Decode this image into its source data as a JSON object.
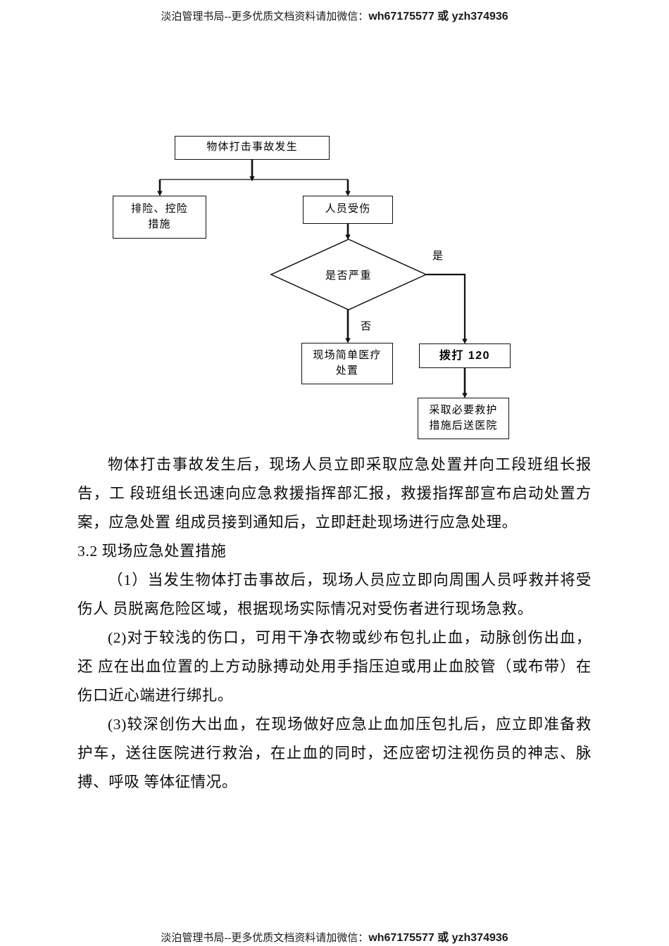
{
  "running_head": {
    "prefix": "淡泊管理书局--更多优质文档资料请加微信：",
    "wechat": "wh67175577 或 yzh374936"
  },
  "running_foot": {
    "prefix": "淡泊管理书局--更多优质文档资料请加微信：",
    "wechat": "wh67175577 或 yzh374936"
  },
  "flowchart": {
    "nodes": {
      "accident": "物体打击事故发生",
      "hazard": "排险、控险\n措施",
      "hazard_line1": "排险、控险",
      "hazard_line2": "措施",
      "injury": "人员受伤",
      "decision": "是否严重",
      "simple_care_line1": "现场简单医疗",
      "simple_care_line2": "处置",
      "call_120": "拨打 120",
      "hospital_line1": "采取必要救护",
      "hospital_line2": "措施后送医院"
    },
    "edge_labels": {
      "yes": "是",
      "no": "否"
    },
    "line_color": "#111111"
  },
  "body": {
    "paragraphs": [
      {
        "id": "p-overview",
        "style": "indent",
        "text": "物体打击事故发生后，现场人员立即采取应急处置并向工段班组长报告，工 段班组长迅速向应急救援指挥部汇报，救援指挥部宣布启动处置方案，应急处置 组成员接到通知后，立即赶赴现场进行应急处理。"
      },
      {
        "id": "p-heading-3-2",
        "style": "heading",
        "text": "3.2 现场应急处置措施"
      },
      {
        "id": "p-item-1",
        "style": "indent",
        "text": "（1）当发生物体打击事故后，现场人员应立即向周围人员呼救并将受伤人 员脱离危险区域，根据现场实际情况对受伤者进行现场急救。"
      },
      {
        "id": "p-item-2",
        "style": "indent",
        "text": "(2)对于较浅的伤口，可用干净衣物或纱布包扎止血，动脉创伤出血，还 应在出血位置的上方动脉搏动处用手指压迫或用止血胶管（或布带）在伤口近心端进行绑扎。"
      },
      {
        "id": "p-item-3",
        "style": "indent",
        "text": "(3)较深创伤大出血，在现场做好应急止血加压包扎后，应立即准备救护车，送往医院进行救治，在止血的同时，还应密切注视伤员的神志、脉搏、呼吸 等体征情况。"
      }
    ]
  }
}
